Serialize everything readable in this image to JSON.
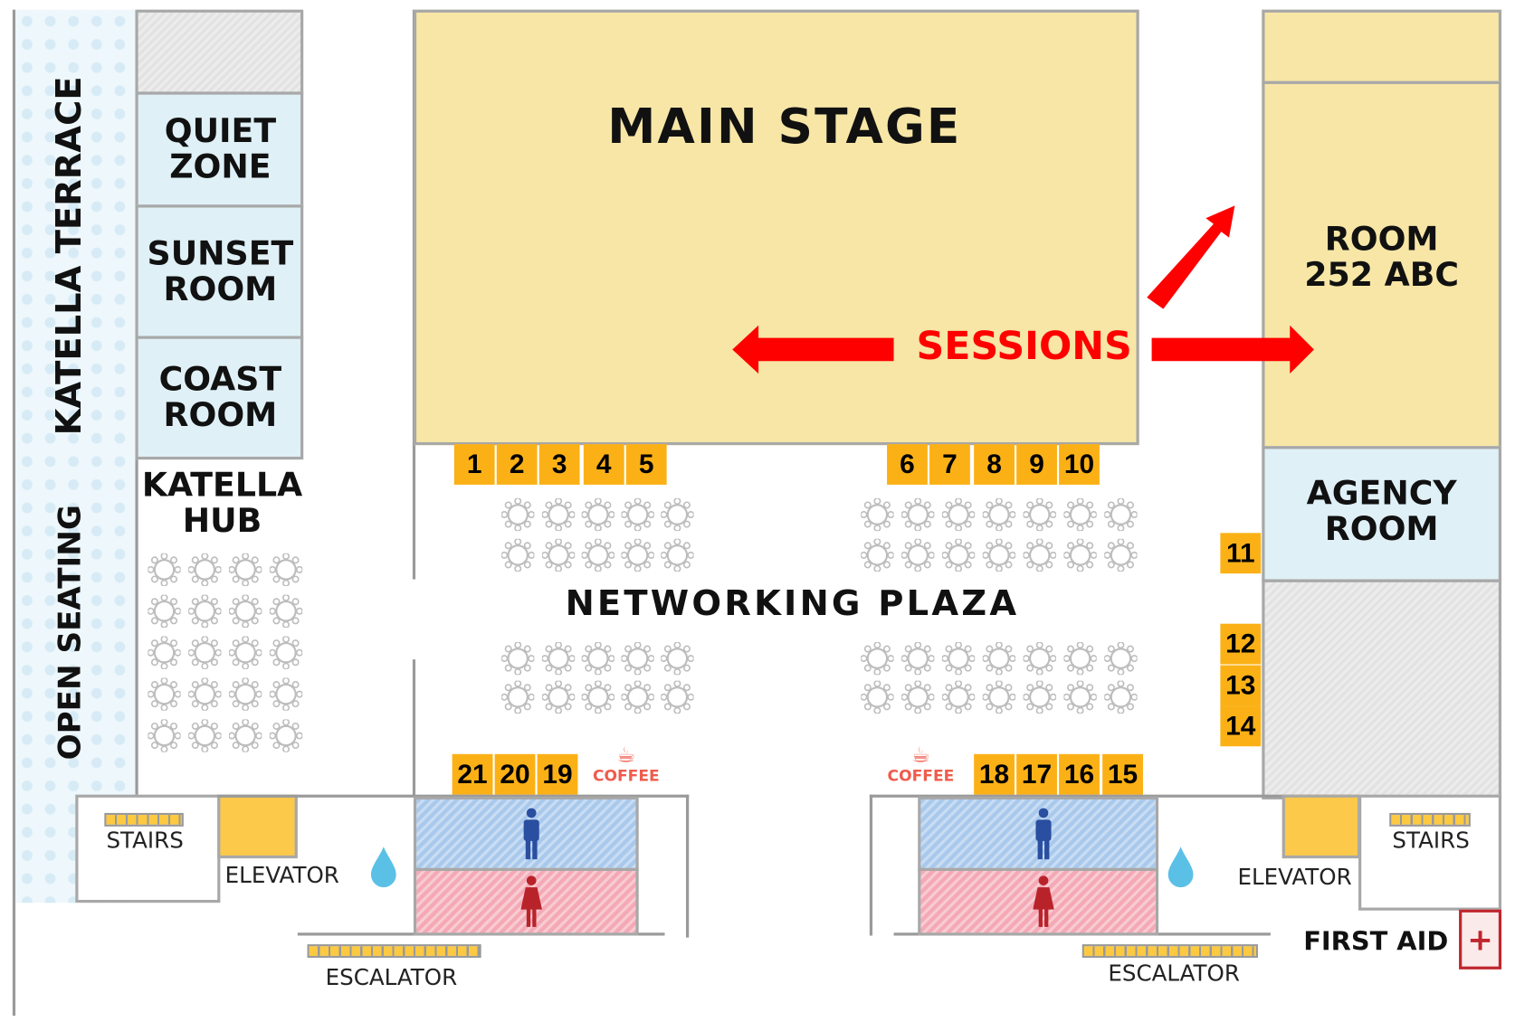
{
  "map": {
    "areas": {
      "katella_terrace": "KATELLA TERRACE",
      "open_seating": "OPEN SEATING",
      "quiet_zone": [
        "QUIET",
        "ZONE"
      ],
      "sunset_room": [
        "SUNSET",
        "ROOM"
      ],
      "coast_room": [
        "COAST",
        "ROOM"
      ],
      "katella_hub": [
        "KATELLA",
        "HUB"
      ],
      "main_stage": "MAIN STAGE",
      "room_252": [
        "ROOM",
        "252 ABC"
      ],
      "agency_room": [
        "AGENCY",
        "ROOM"
      ],
      "networking_plaza": "NETWORKING PLAZA"
    },
    "sessions_label": "SESSIONS",
    "booths": {
      "top_left": [
        "1",
        "2",
        "3",
        "4",
        "5"
      ],
      "top_right": [
        "6",
        "7",
        "8",
        "9",
        "10"
      ],
      "right_side": [
        "11",
        "12",
        "13",
        "14"
      ],
      "bottom_left": [
        "21",
        "20",
        "19"
      ],
      "bottom_right": [
        "18",
        "17",
        "16",
        "15"
      ]
    },
    "amenities": {
      "coffee": "COFFEE",
      "stairs": "STAIRS",
      "elevator": "ELEVATOR",
      "escalator": "ESCALATOR",
      "first_aid": "FIRST AID"
    },
    "colors": {
      "booth": "#fbb116",
      "stage": "#f7e6a6",
      "room_blue": "#dff0f7",
      "arrow": "#ff0000",
      "coffee": "#ef5b4c",
      "men": "#2a4ea0",
      "women": "#b8232a"
    },
    "icons": [
      "table-icon",
      "coffee-icon",
      "water-icon",
      "men-restroom-icon",
      "women-restroom-icon",
      "first-aid-icon",
      "stairs-icon",
      "escalator-icon",
      "arrow-icon"
    ]
  }
}
